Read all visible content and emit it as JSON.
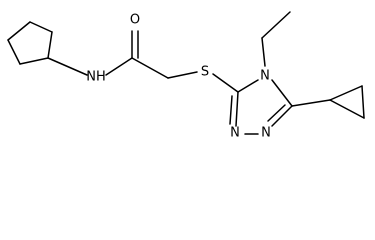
{
  "molecule": {
    "atoms": {
      "o_carbonyl": "O",
      "nh_amide": "NH",
      "s_thioether": "S",
      "n4_ring": "N",
      "n_ring_left": "N",
      "n_ring_right": "N"
    }
  }
}
